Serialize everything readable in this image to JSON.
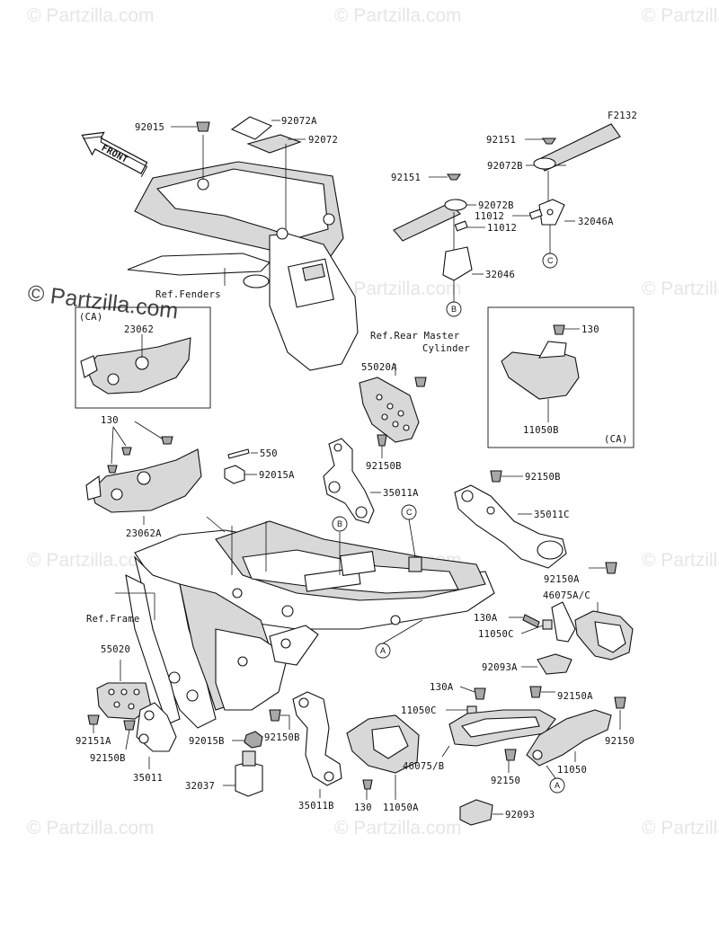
{
  "figure_code": "F2132",
  "watermark": "© Partzilla.com",
  "front_label": "FRONT",
  "case_label": "(CA)",
  "callouts": {
    "A": "A",
    "B": "B",
    "C": "C"
  },
  "parts": {
    "p92015": "92015",
    "p92072A": "92072A",
    "p92072": "92072",
    "p92151_top": "92151",
    "p92072B_top": "92072B",
    "p92151_mid": "92151",
    "p92072B_mid": "92072B",
    "p11012_top": "11012",
    "p32046A": "32046A",
    "p11012_mid": "11012",
    "p32046": "32046",
    "ref_fenders": "Ref.Fenders",
    "p23062": "23062",
    "ref_rear_master_1": "Ref.Rear Master",
    "ref_rear_master_2": "Cylinder",
    "p130_box": "130",
    "p11050B": "11050B",
    "p55020A": "55020A",
    "p130_left": "130",
    "p550": "550",
    "p92015A": "92015A",
    "p23062A": "23062A",
    "p92150B_upper": "92150B",
    "p35011A": "35011A",
    "p92150B_right": "92150B",
    "p35011C": "35011C",
    "p92150A_right": "92150A",
    "p46075AC": "46075A/C",
    "ref_frame": "Ref.Frame",
    "p130A_upper": "130A",
    "p11050C": "11050C",
    "p92093A": "92093A",
    "p55020": "55020",
    "p130A_lower": "130A",
    "p92150A_lower": "92150A",
    "p11050C_lower": "11050C",
    "p92150_right": "92150",
    "p92151A": "92151A",
    "p92015B": "92015B",
    "p92150B_lower": "92150B",
    "p92150B_left": "92150B",
    "p46075B": "46075/B",
    "p11050": "11050",
    "p35011": "35011",
    "p92150_bottom": "92150",
    "p32037": "32037",
    "p35011B": "35011B",
    "p130_bottom": "130",
    "p11050A": "11050A",
    "p92093": "92093"
  }
}
